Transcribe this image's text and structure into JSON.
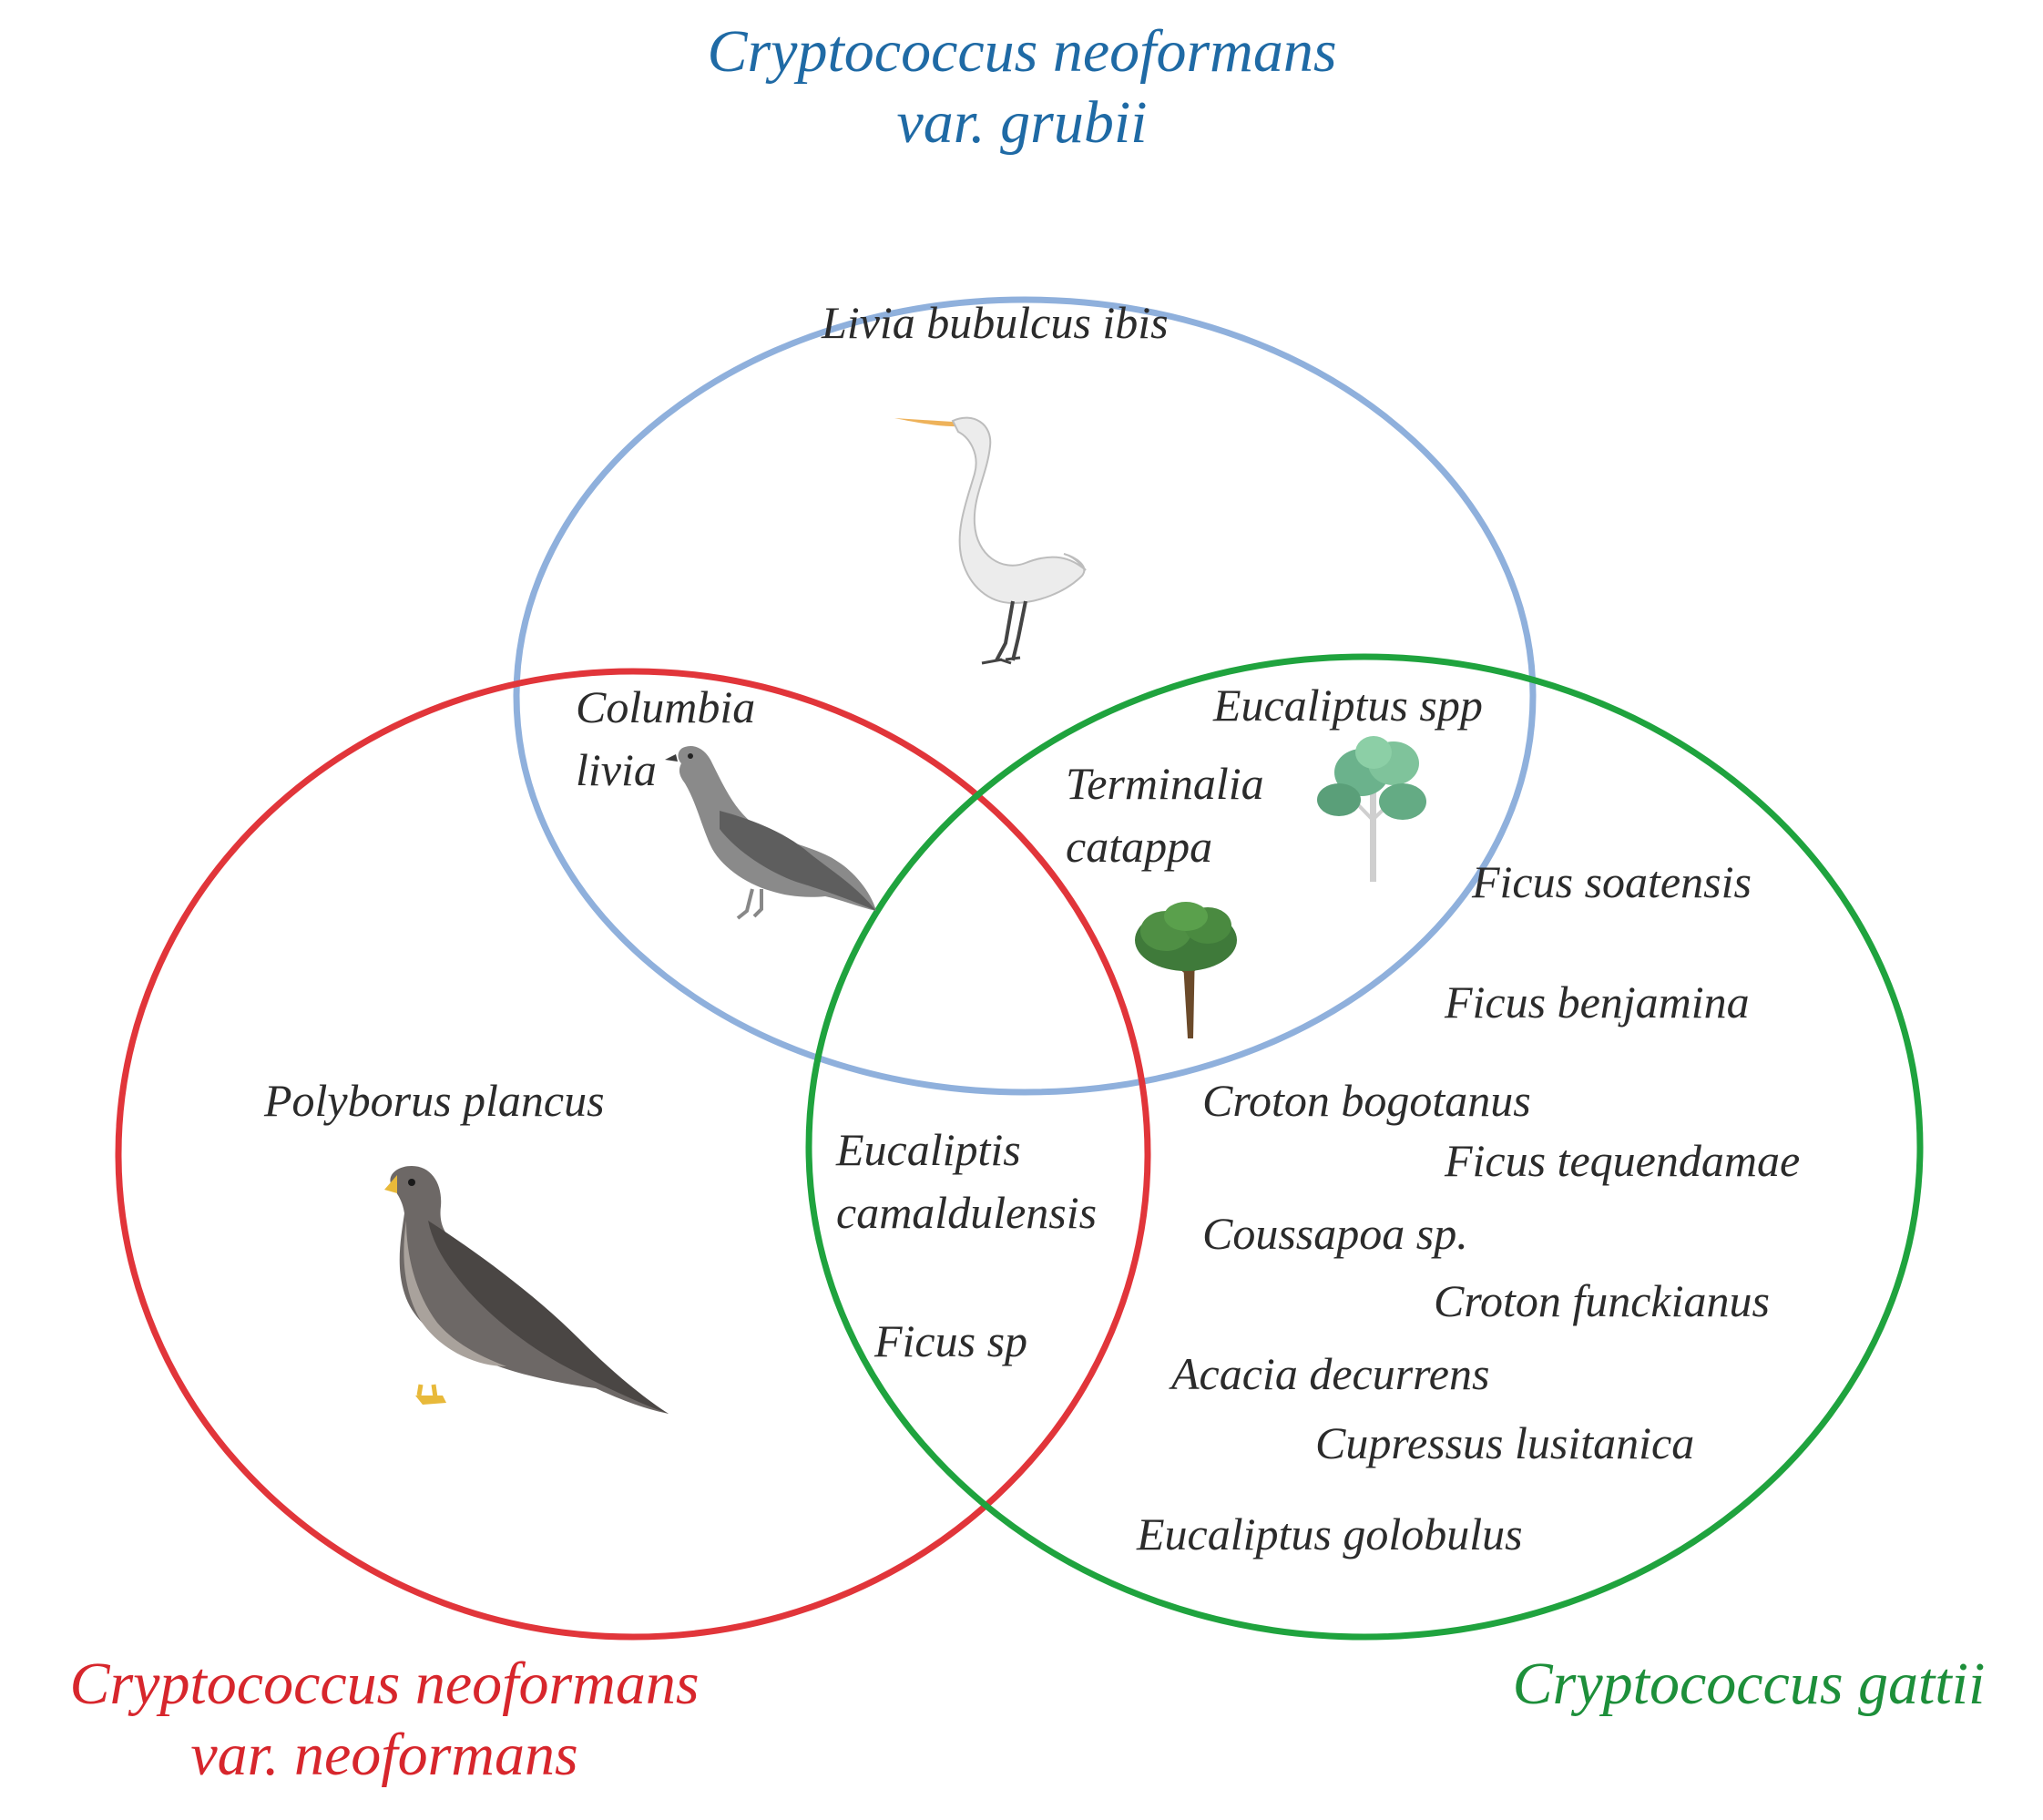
{
  "sets": {
    "grubii": {
      "title_line1": "Cryptococcus neoformans",
      "title_line2": "var. grubii",
      "color": "#1f6aa5",
      "circle_color": "#8fb0dc"
    },
    "neoformans": {
      "title_line1": "Cryptococcus neoformans",
      "title_line2": "var. neoformans",
      "color": "#d7262c",
      "circle_color": "#e1353a"
    },
    "gattii": {
      "title": "Cryptococcus gattii",
      "color": "#1d8f3a",
      "circle_color": "#1fa33e"
    }
  },
  "regions": {
    "grubii_only": {
      "label": "Livia bubulcus ibis",
      "icon": "egret-icon"
    },
    "grubii_neoformans": {
      "label_line1": "Columbia",
      "label_line2": "livia",
      "icon": "pigeon-icon"
    },
    "grubii_gattii": {
      "labels": [
        "Eucaliptus spp",
        "Terminalia",
        "catappa"
      ],
      "icons": [
        "eucalyptus-tree-icon",
        "terminalia-tree-icon"
      ]
    },
    "neoformans_only": {
      "label": "Polyborus plancus",
      "icon": "falcon-icon"
    },
    "neoformans_gattii": {
      "labels": [
        "Eucaliptis",
        "camaldulensis",
        "Ficus sp"
      ]
    },
    "gattii_only": {
      "labels": [
        "Ficus soatensis",
        "Ficus benjamina",
        "Croton bogotanus",
        "Ficus tequendamae",
        "Coussapoa sp.",
        "Croton funckianus",
        "Acacia decurrens",
        "Cupressus lusitanica",
        "Eucaliptus golobulus"
      ]
    }
  }
}
